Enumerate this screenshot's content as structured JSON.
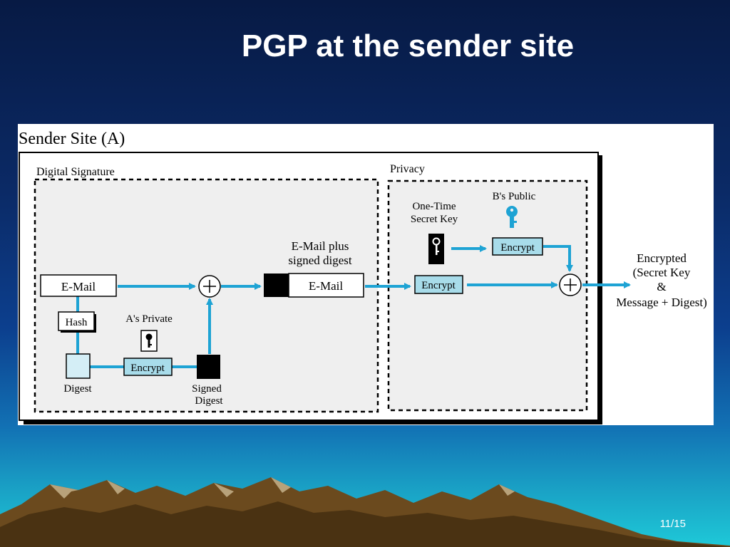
{
  "slide": {
    "title": "PGP at the sender site",
    "page": "11/15"
  },
  "diagram": {
    "site_label": "Sender Site  (A)",
    "digital_signature_label": "Digital Signature",
    "privacy_label": "Privacy",
    "email_box": "E-Mail",
    "hash_box": "Hash",
    "digest_label": "Digest",
    "a_private_label": "A's Private",
    "encrypt_a": "Encrypt",
    "signed_digest_line1": "Signed",
    "signed_digest_line2": "Digest",
    "combined_label_line1": "E-Mail plus",
    "combined_label_line2": "signed digest",
    "combined_email_box": "E-Mail",
    "onetime_line1": "One-Time",
    "onetime_line2": "Secret Key",
    "b_public_label": "B's Public",
    "encrypt_b": "Encrypt",
    "encrypt_privacy": "Encrypt",
    "output_line1": "Encrypted",
    "output_line2": "(Secret Key",
    "output_line3": "&",
    "output_line4": "Message + Digest)",
    "colors": {
      "arrow": "#1ea3d4",
      "encrypt_fill": "#a8dcea",
      "panel_fill": "#efefef"
    }
  }
}
